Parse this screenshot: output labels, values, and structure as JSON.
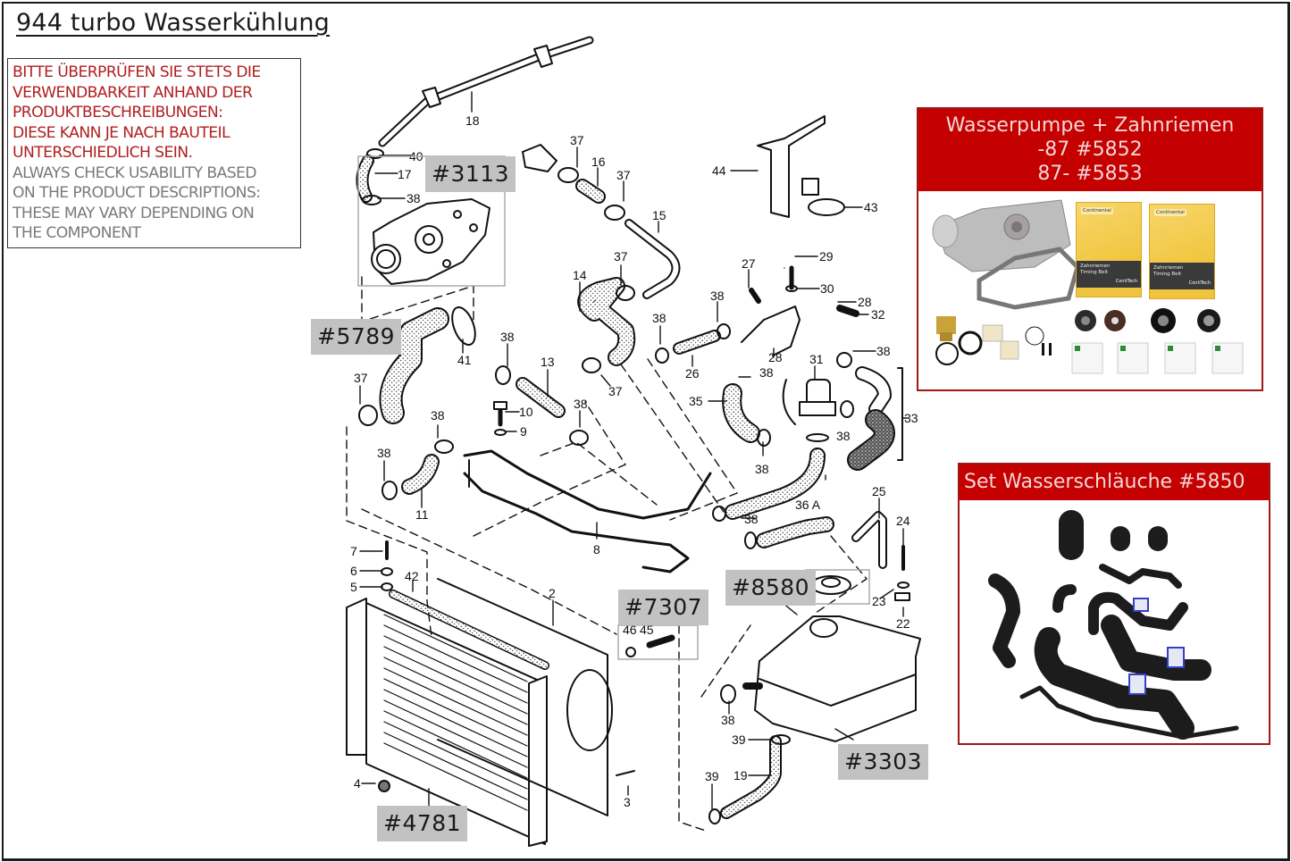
{
  "title": "944 turbo Wasserkühlung",
  "notice": {
    "german_lines": [
      "BITTE ÜBERPRÜFEN SIE STETS DIE",
      "VERWENDBARKEIT ANHAND DER",
      "PRODUKTBESCHREIBUNGEN:",
      "DIESE KANN JE NACH BAUTEIL",
      "UNTERSCHIEDLICH SEIN."
    ],
    "english_lines": [
      "ALWAYS CHECK USABILITY BASED",
      "ON THE PRODUCT DESCRIPTIONS:",
      "THESE MAY VARY DEPENDING ON",
      "THE COMPONENT"
    ]
  },
  "part_refs": [
    "#3113",
    "#5789",
    "#8580",
    "#7307",
    "#3303",
    "#4781"
  ],
  "part_numbers": [
    "18",
    "40",
    "17",
    "38",
    "37",
    "16",
    "37",
    "15",
    "44",
    "43",
    "29",
    "27",
    "30",
    "38",
    "28",
    "32",
    "14",
    "37",
    "38",
    "38",
    "26",
    "38",
    "28",
    "31",
    "38",
    "41",
    "38",
    "13",
    "37",
    "38",
    "35",
    "38",
    "33",
    "37",
    "10",
    "9",
    "38",
    "38",
    "38",
    "36 A",
    "38",
    "11",
    "8",
    "25",
    "24",
    "7",
    "6",
    "5",
    "42",
    "2",
    "23",
    "22",
    "38",
    "39",
    "19",
    "39",
    "4",
    "3",
    "45",
    "46"
  ],
  "water_pump_panel": {
    "title_lines": [
      "Wasserpumpe + Zahnriemen",
      "-87 #5852",
      "87- #5853"
    ],
    "belt_box_logo": "Continental",
    "belt_box_label_de": "Zahnriemen",
    "belt_box_label_en": "Timing Belt",
    "belt_box_maker": "ContiTech"
  },
  "hose_set_panel": {
    "title": "Set Wasserschläuche #5850"
  },
  "colors": {
    "panel_header": "#c40000",
    "panel_header_text": "#f4d7d7",
    "notice_german": "#b11f1f",
    "notice_english": "#7a7a7a",
    "ref_label_bg": "#c2c2c2"
  }
}
